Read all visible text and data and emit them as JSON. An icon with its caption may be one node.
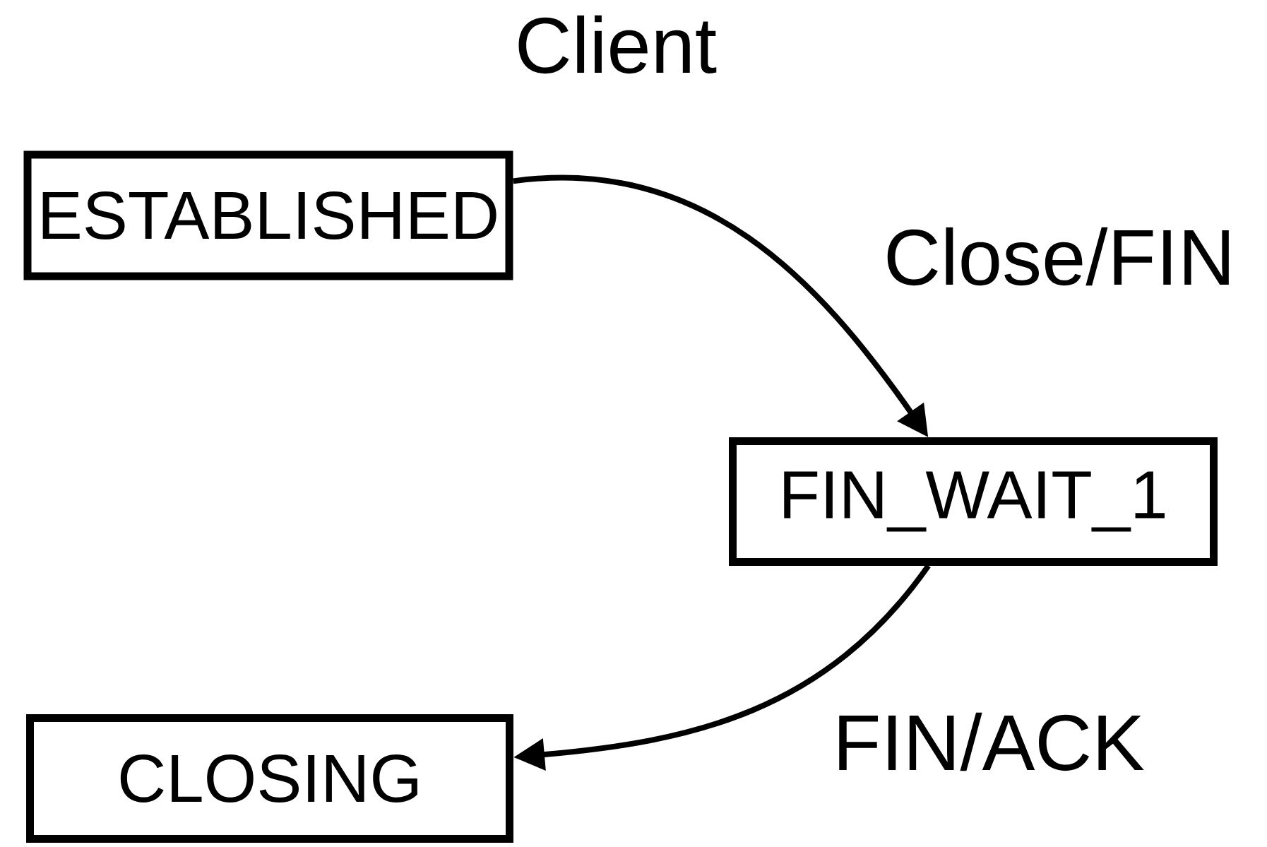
{
  "diagram": {
    "title": "Client",
    "nodes": [
      {
        "text": [
          "ESTABLISHED"
        ]
      },
      {
        "text": [
          "FIN_WAIT_1"
        ]
      },
      {
        "text": [
          "CLOSING"
        ]
      }
    ],
    "edges": [
      {
        "from": 0,
        "to": 1,
        "arrow": "to",
        "label": "Close/FIN"
      },
      {
        "from": 1,
        "to": 2,
        "arrow": "to",
        "label": "FIN/ACK"
      }
    ]
  }
}
